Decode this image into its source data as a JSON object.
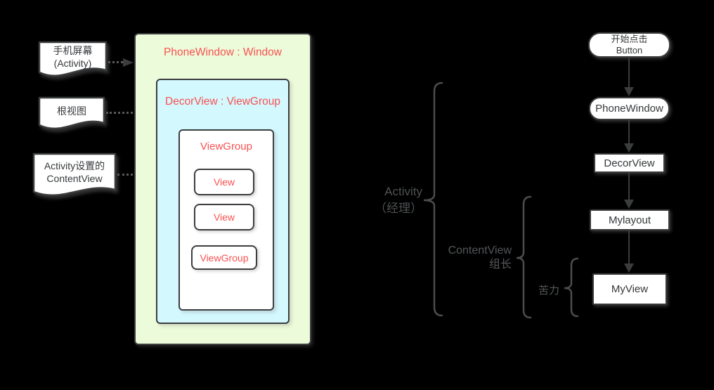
{
  "colors": {
    "background": "#000000",
    "accent_red": "#fa5151",
    "window_fill": "#ecfbda",
    "decor_fill": "#d3f8fe",
    "node_fill": "#ffffff",
    "line_dark": "#3b3d3f",
    "label_gray": "#55585a"
  },
  "callouts": [
    {
      "line1": "手机屏幕",
      "line2": "(Activity)"
    },
    {
      "line1": "根视图",
      "line2": ""
    },
    {
      "line1": "Activity设置的",
      "line2": "ContentView"
    }
  ],
  "hierarchy": {
    "window_box_title": "PhoneWindow : Window",
    "decor_box_title": "DecorView : ViewGroup",
    "group_box_title": "ViewGroup",
    "children": [
      {
        "label": "View"
      },
      {
        "label": "View"
      },
      {
        "label": "ViewGroup"
      }
    ]
  },
  "flow": {
    "nodes": [
      {
        "line1": "开始点击",
        "line2": "Button"
      },
      {
        "line1": "PhoneWindow",
        "line2": ""
      },
      {
        "line1": "DecorView",
        "line2": ""
      },
      {
        "line1": "Mylayout",
        "line2": ""
      },
      {
        "line1": "MyView",
        "line2": ""
      }
    ],
    "braces": [
      {
        "line1": "Activity",
        "line2": "（经理）"
      },
      {
        "line1": "ContentView",
        "line2": "组长"
      },
      {
        "line1": "苦力",
        "line2": ""
      }
    ]
  }
}
